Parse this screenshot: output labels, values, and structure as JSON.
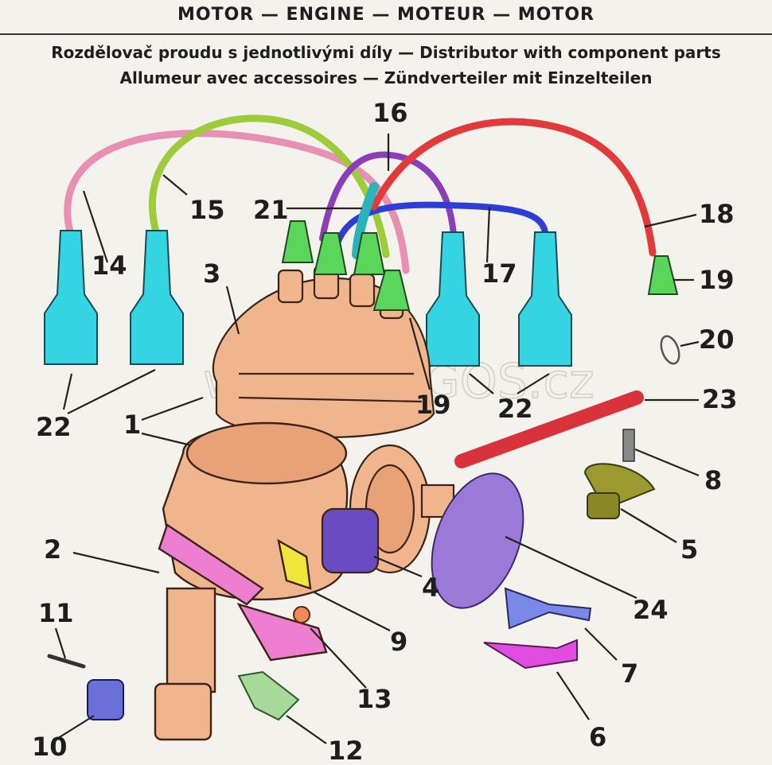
{
  "header": {
    "title": "MOTOR — ENGINE — MOTEUR — MOTOR"
  },
  "subtitles": {
    "line1": "Rozdělovač proudu s jednotlivými díly — Distributor with component parts",
    "line2": "Allumeur avec accessoires — Zündverteiler mit Einzelteilen"
  },
  "watermark": "www.PRAGOS.cz",
  "callouts": {
    "n1": "1",
    "n2": "2",
    "n3": "3",
    "n4": "4",
    "n5": "5",
    "n6": "6",
    "n7": "7",
    "n8": "8",
    "n9": "9",
    "n10": "10",
    "n11": "11",
    "n12": "12",
    "n13": "13",
    "n14": "14",
    "n15": "15",
    "n16": "16",
    "n17": "17",
    "n18": "18",
    "n19a": "19",
    "n19b": "19",
    "n20": "20",
    "n21": "21",
    "n22a": "22",
    "n22b": "22",
    "n23": "23",
    "n24": "24"
  },
  "colors": {
    "body_copper": "#f1b58e",
    "cable_pink": "#e88fb4",
    "cable_green": "#9dcb3a",
    "cable_purple": "#8a3fb8",
    "cable_blue": "#2c3ed6",
    "cable_red": "#e23a3a",
    "boot_cyan": "#35d4e2",
    "boot_green": "#5ad65a",
    "rotor_olive": "#9c9a2e",
    "vacuum_purple": "#6b4bc2",
    "gasket_lilac": "#9b79d8",
    "bracket_magenta": "#e04ce0",
    "plate_pink": "#ee7fd0",
    "clip_yellow": "#f0e63a",
    "washer_orange": "#f08a5a",
    "lever_blue": "#7a88e8",
    "bracket_green": "#a8d89a",
    "cap_blue": "#6a70d8"
  }
}
